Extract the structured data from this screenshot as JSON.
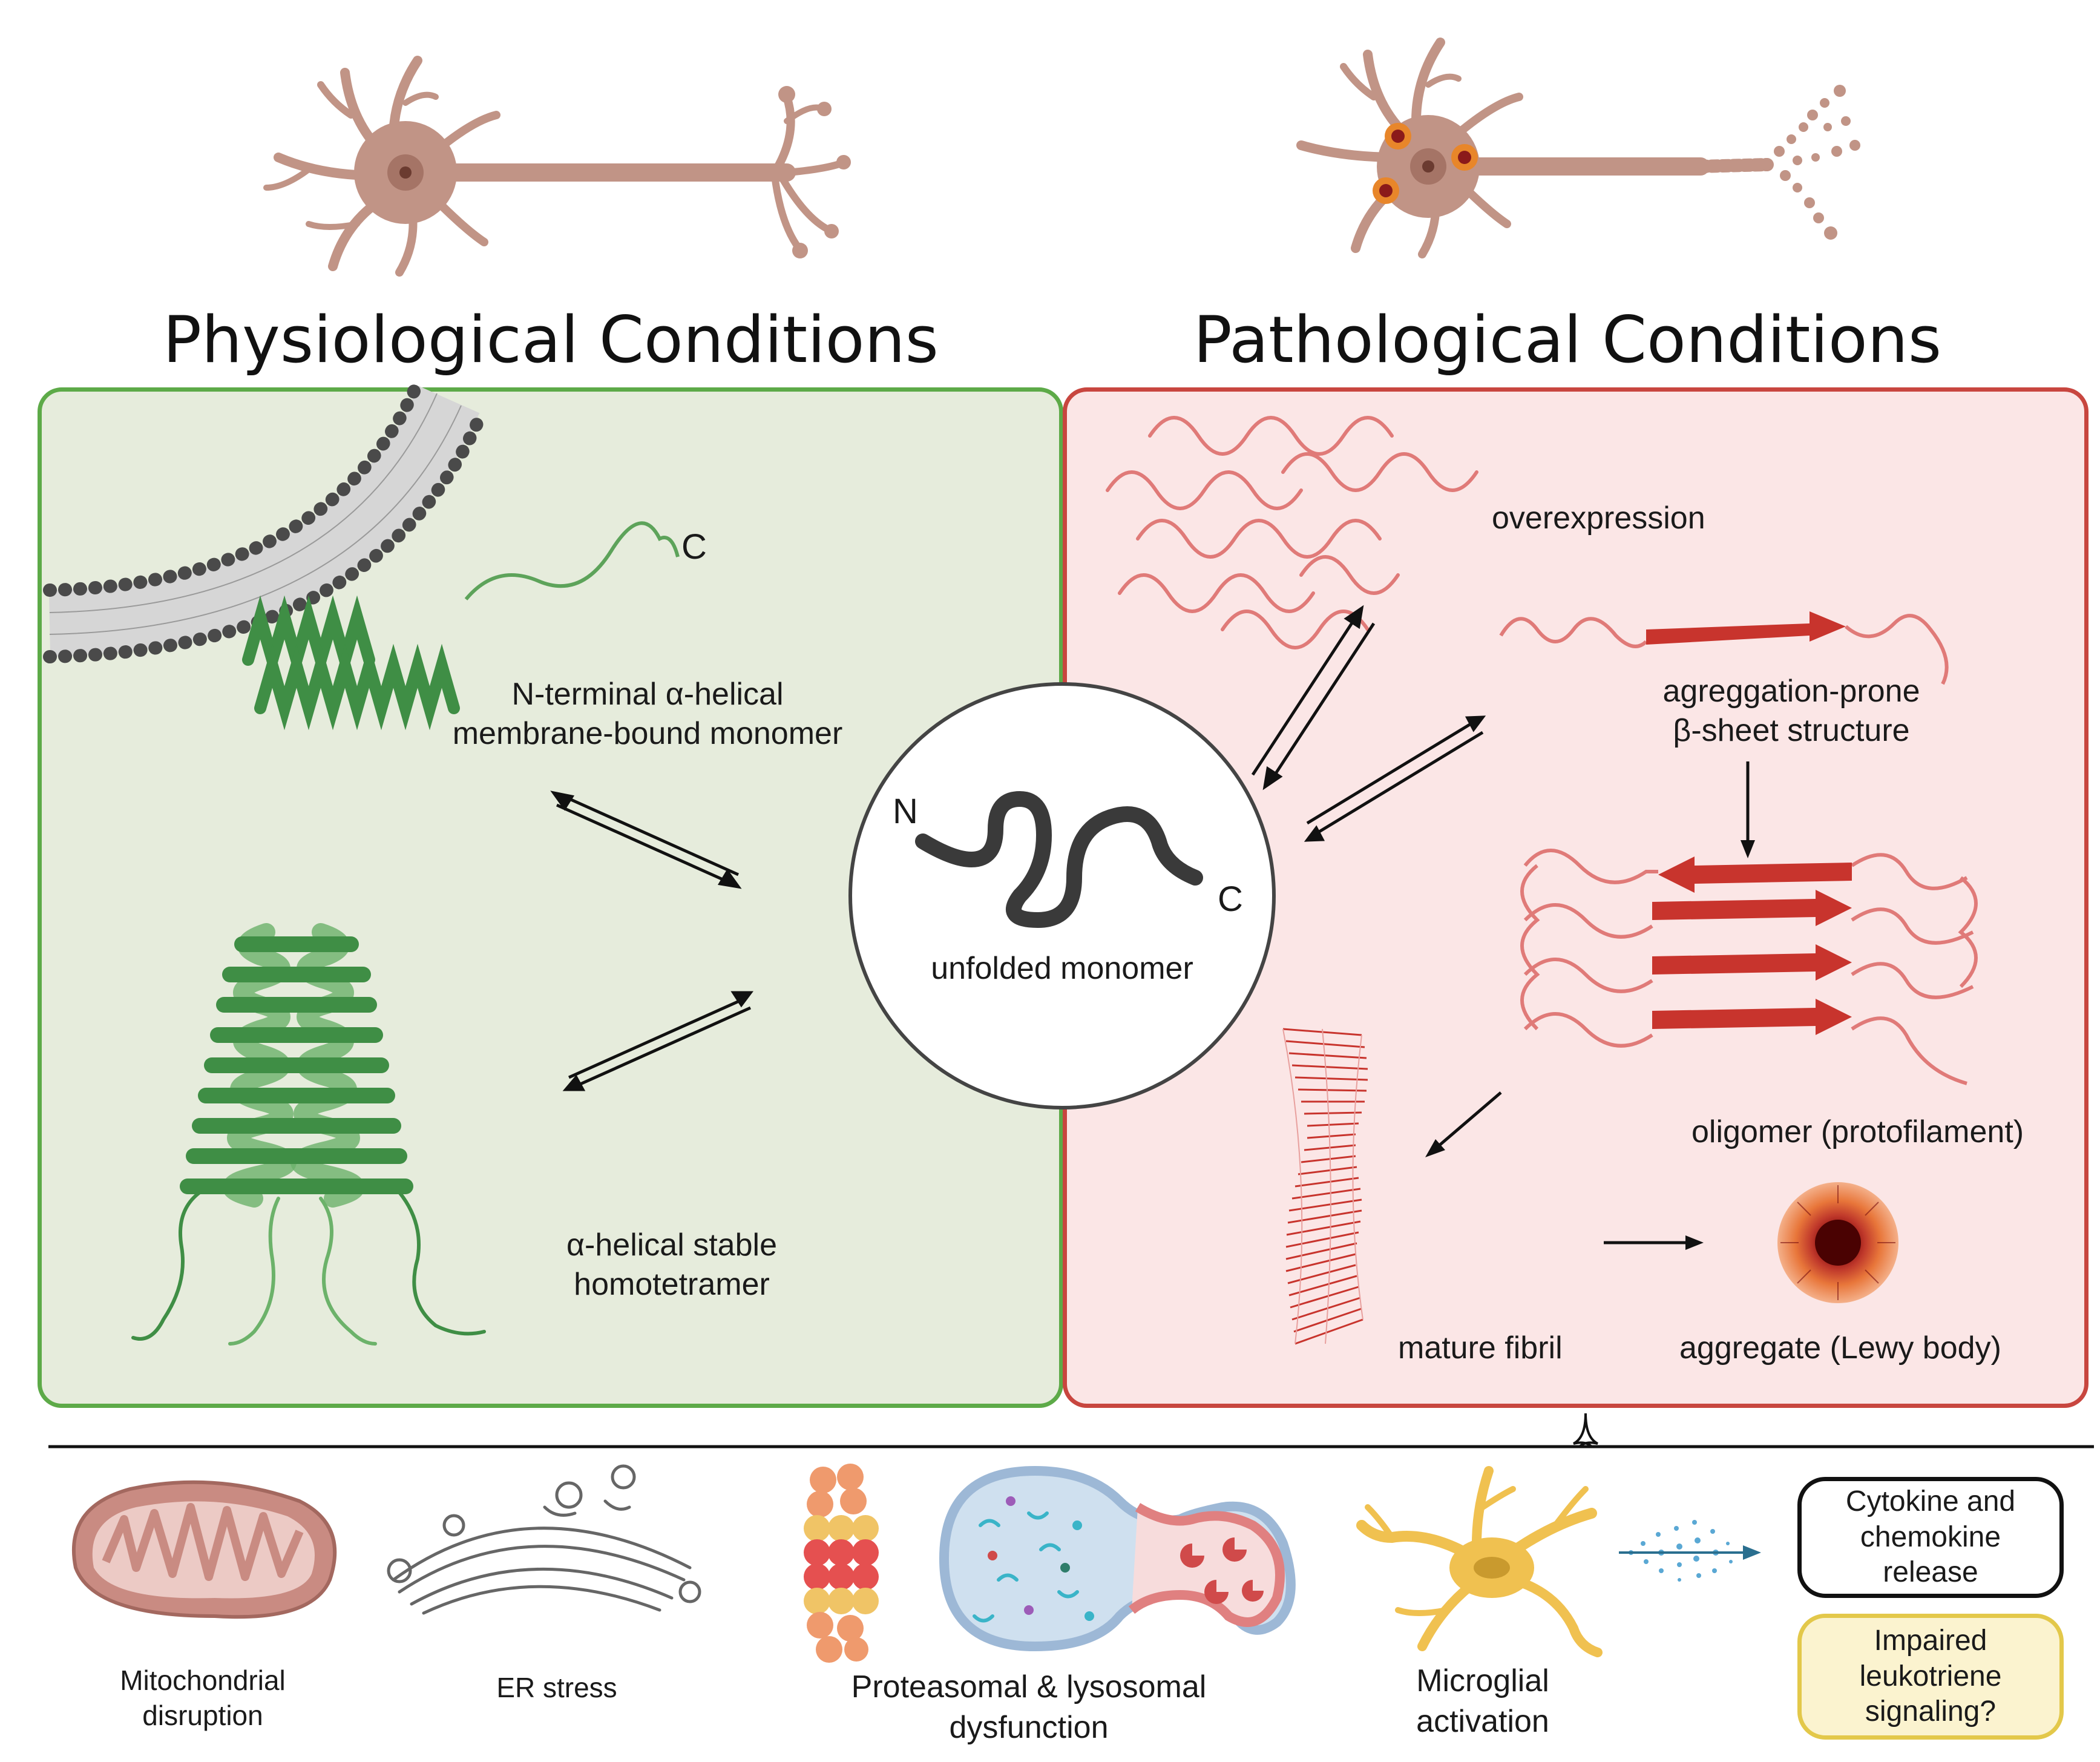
{
  "titles": {
    "physiological": "Physiological Conditions",
    "pathological": "Pathological Conditions"
  },
  "physiological": {
    "monomer_label_line1": "N-terminal α-helical",
    "monomer_label_line2": "membrane-bound monomer",
    "c_terminal": "C",
    "tetramer_label_line1": "α-helical stable",
    "tetramer_label_line2": "homotetramer"
  },
  "center": {
    "label": "unfolded monomer",
    "n_terminal": "N",
    "c_terminal": "C"
  },
  "pathological": {
    "overexpression": "overexpression",
    "beta_label_line1": "agreggation-prone",
    "beta_label_line2": "β-sheet structure",
    "oligomer": "oligomer (protofilament)",
    "fibril": "mature fibril",
    "aggregate": "aggregate (Lewy body)"
  },
  "consequences": {
    "mito_line1": "Mitochondrial",
    "mito_line2": "disruption",
    "er": "ER stress",
    "proteo_line1": "Proteasomal & lysosomal",
    "proteo_line2": "dysfunction",
    "micro_line1": "Microglial",
    "micro_line2": "activation",
    "cytokine_line1": "Cytokine and",
    "cytokine_line2": "chemokine",
    "cytokine_line3": "release",
    "leuko_line1": "Impaired",
    "leuko_line2": "leukotriene",
    "leuko_line3": "signaling?"
  },
  "colors": {
    "green_panel": "#e6ecdc",
    "green_border": "#5daa48",
    "red_panel": "#fbe6e6",
    "red_border": "#c8463f",
    "neuron": "#c19486",
    "helix_green": "#3f8e45",
    "protein_red": "#d9534f",
    "beta_red": "#c8342d",
    "leuko_fill": "#fbf3cf",
    "leuko_border": "#e3c84a"
  }
}
